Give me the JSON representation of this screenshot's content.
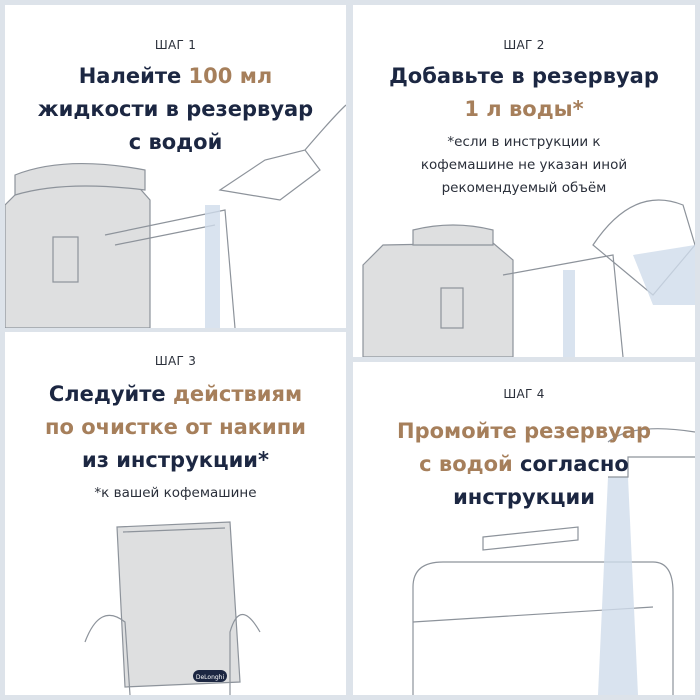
{
  "steps": [
    {
      "label": "ШАГ 1",
      "title_parts": [
        "Налейте ",
        "100 мл",
        "жидкости в резервуар",
        "с водой"
      ]
    },
    {
      "label": "ШАГ 2",
      "title_parts": [
        "Добавьте в резервуар",
        "1 л воды*"
      ],
      "note": [
        "*если в инструкции к",
        "кофемашине не указан иной",
        "рекомендуемый объём"
      ]
    },
    {
      "label": "ШАГ 3",
      "title_parts": [
        "Следуйте ",
        "действиям",
        "по очистке от накипи",
        "из инструкции*"
      ],
      "note": [
        "*к вашей кофемашине"
      ]
    },
    {
      "label": "ШАГ 4",
      "title_parts": [
        "Промойте резервуар",
        "с водой",
        " согласно",
        "инструкции"
      ]
    }
  ],
  "logo": "DeLonghi",
  "colors": {
    "navy": "#1c2742",
    "accent": "#a67f5b",
    "background": "#dde3ea"
  }
}
